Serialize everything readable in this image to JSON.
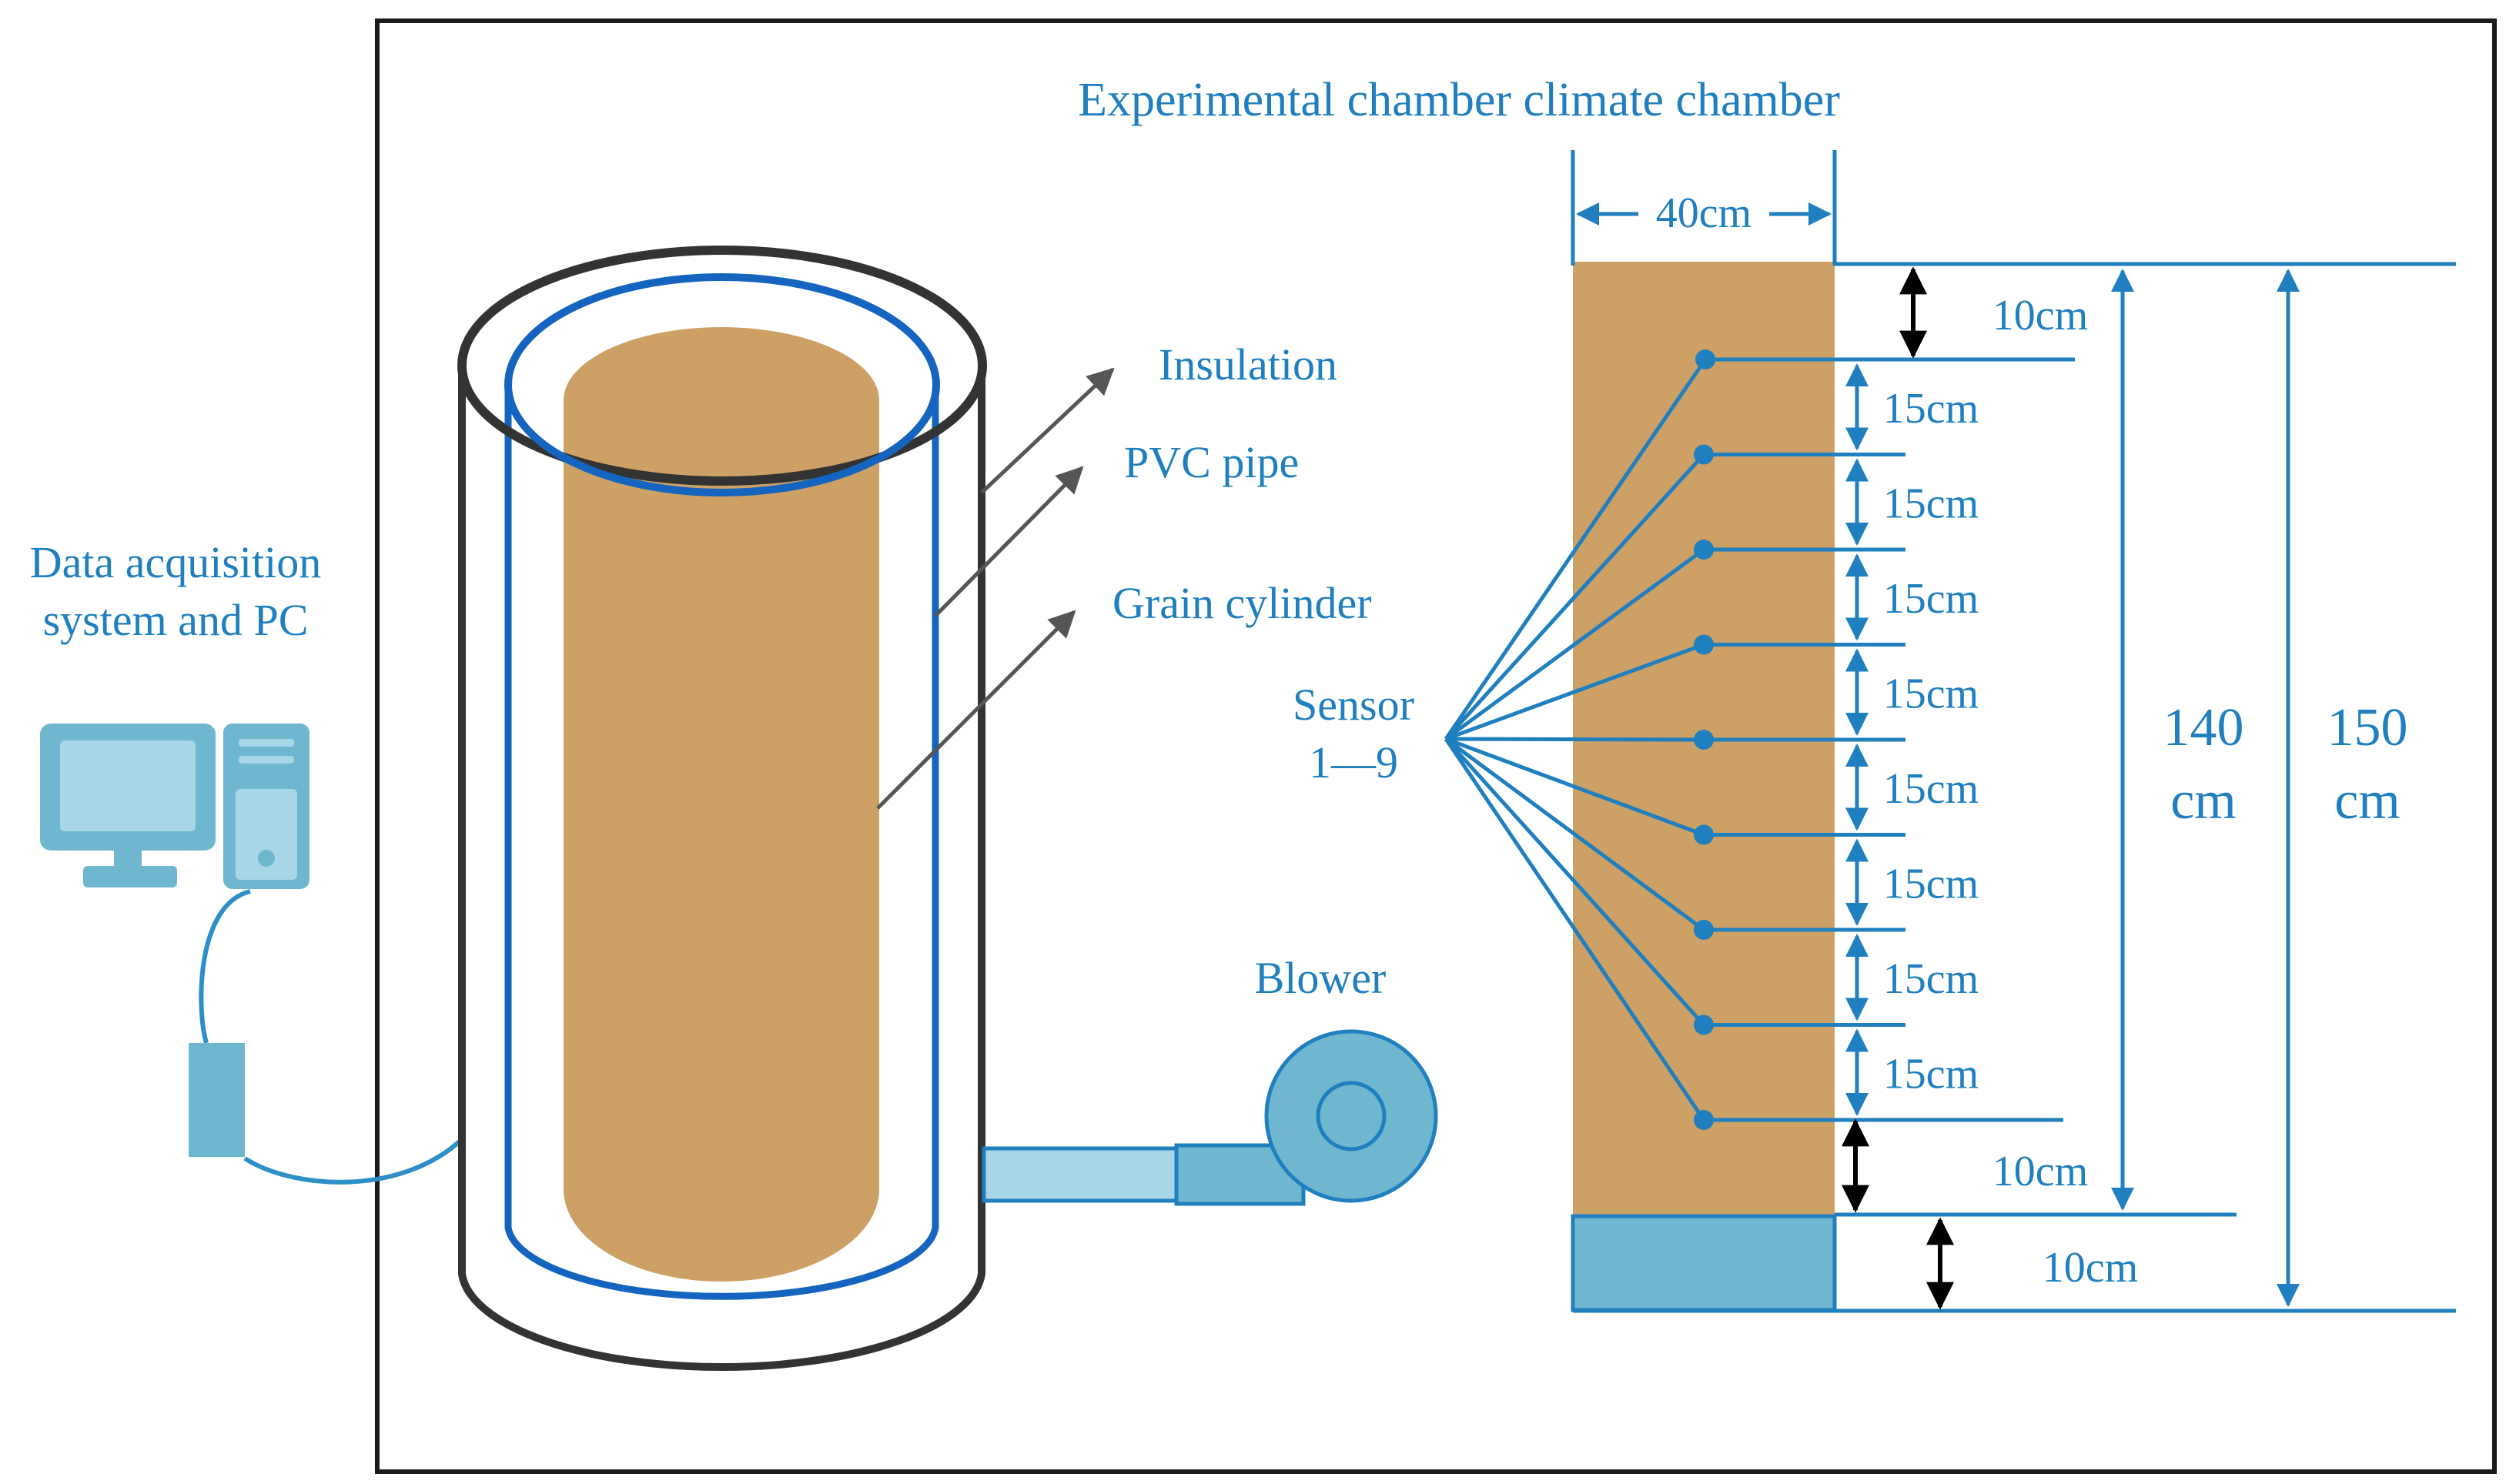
{
  "title": "Experimental chamber climate chamber",
  "labels": {
    "pc_line1": "Data acquisition",
    "pc_line2": "system and PC",
    "insulation": "Insulation",
    "pvc_pipe": "PVC pipe",
    "grain_cylinder": "Grain cylinder",
    "sensor_line1": "Sensor",
    "sensor_line2": "1—9",
    "blower": "Blower"
  },
  "dimensions": {
    "width": "40cm",
    "top_gap": "10cm",
    "sensor_spacings": [
      "15cm",
      "15cm",
      "15cm",
      "15cm",
      "15cm",
      "15cm",
      "15cm",
      "15cm"
    ],
    "bottom_gap": "10cm",
    "base_height": "10cm",
    "inner_height_value": "140",
    "inner_height_unit": "cm",
    "total_height_value": "150",
    "total_height_unit": "cm"
  },
  "sensors": {
    "count": 9
  },
  "colors": {
    "accent_blue": "#1f7fbf",
    "pipe_blue": "#1565c0",
    "grain": "#cda066",
    "device_blue": "#6fb6cf",
    "frame": "#1a1a1a",
    "insulation_outline": "#333333"
  }
}
